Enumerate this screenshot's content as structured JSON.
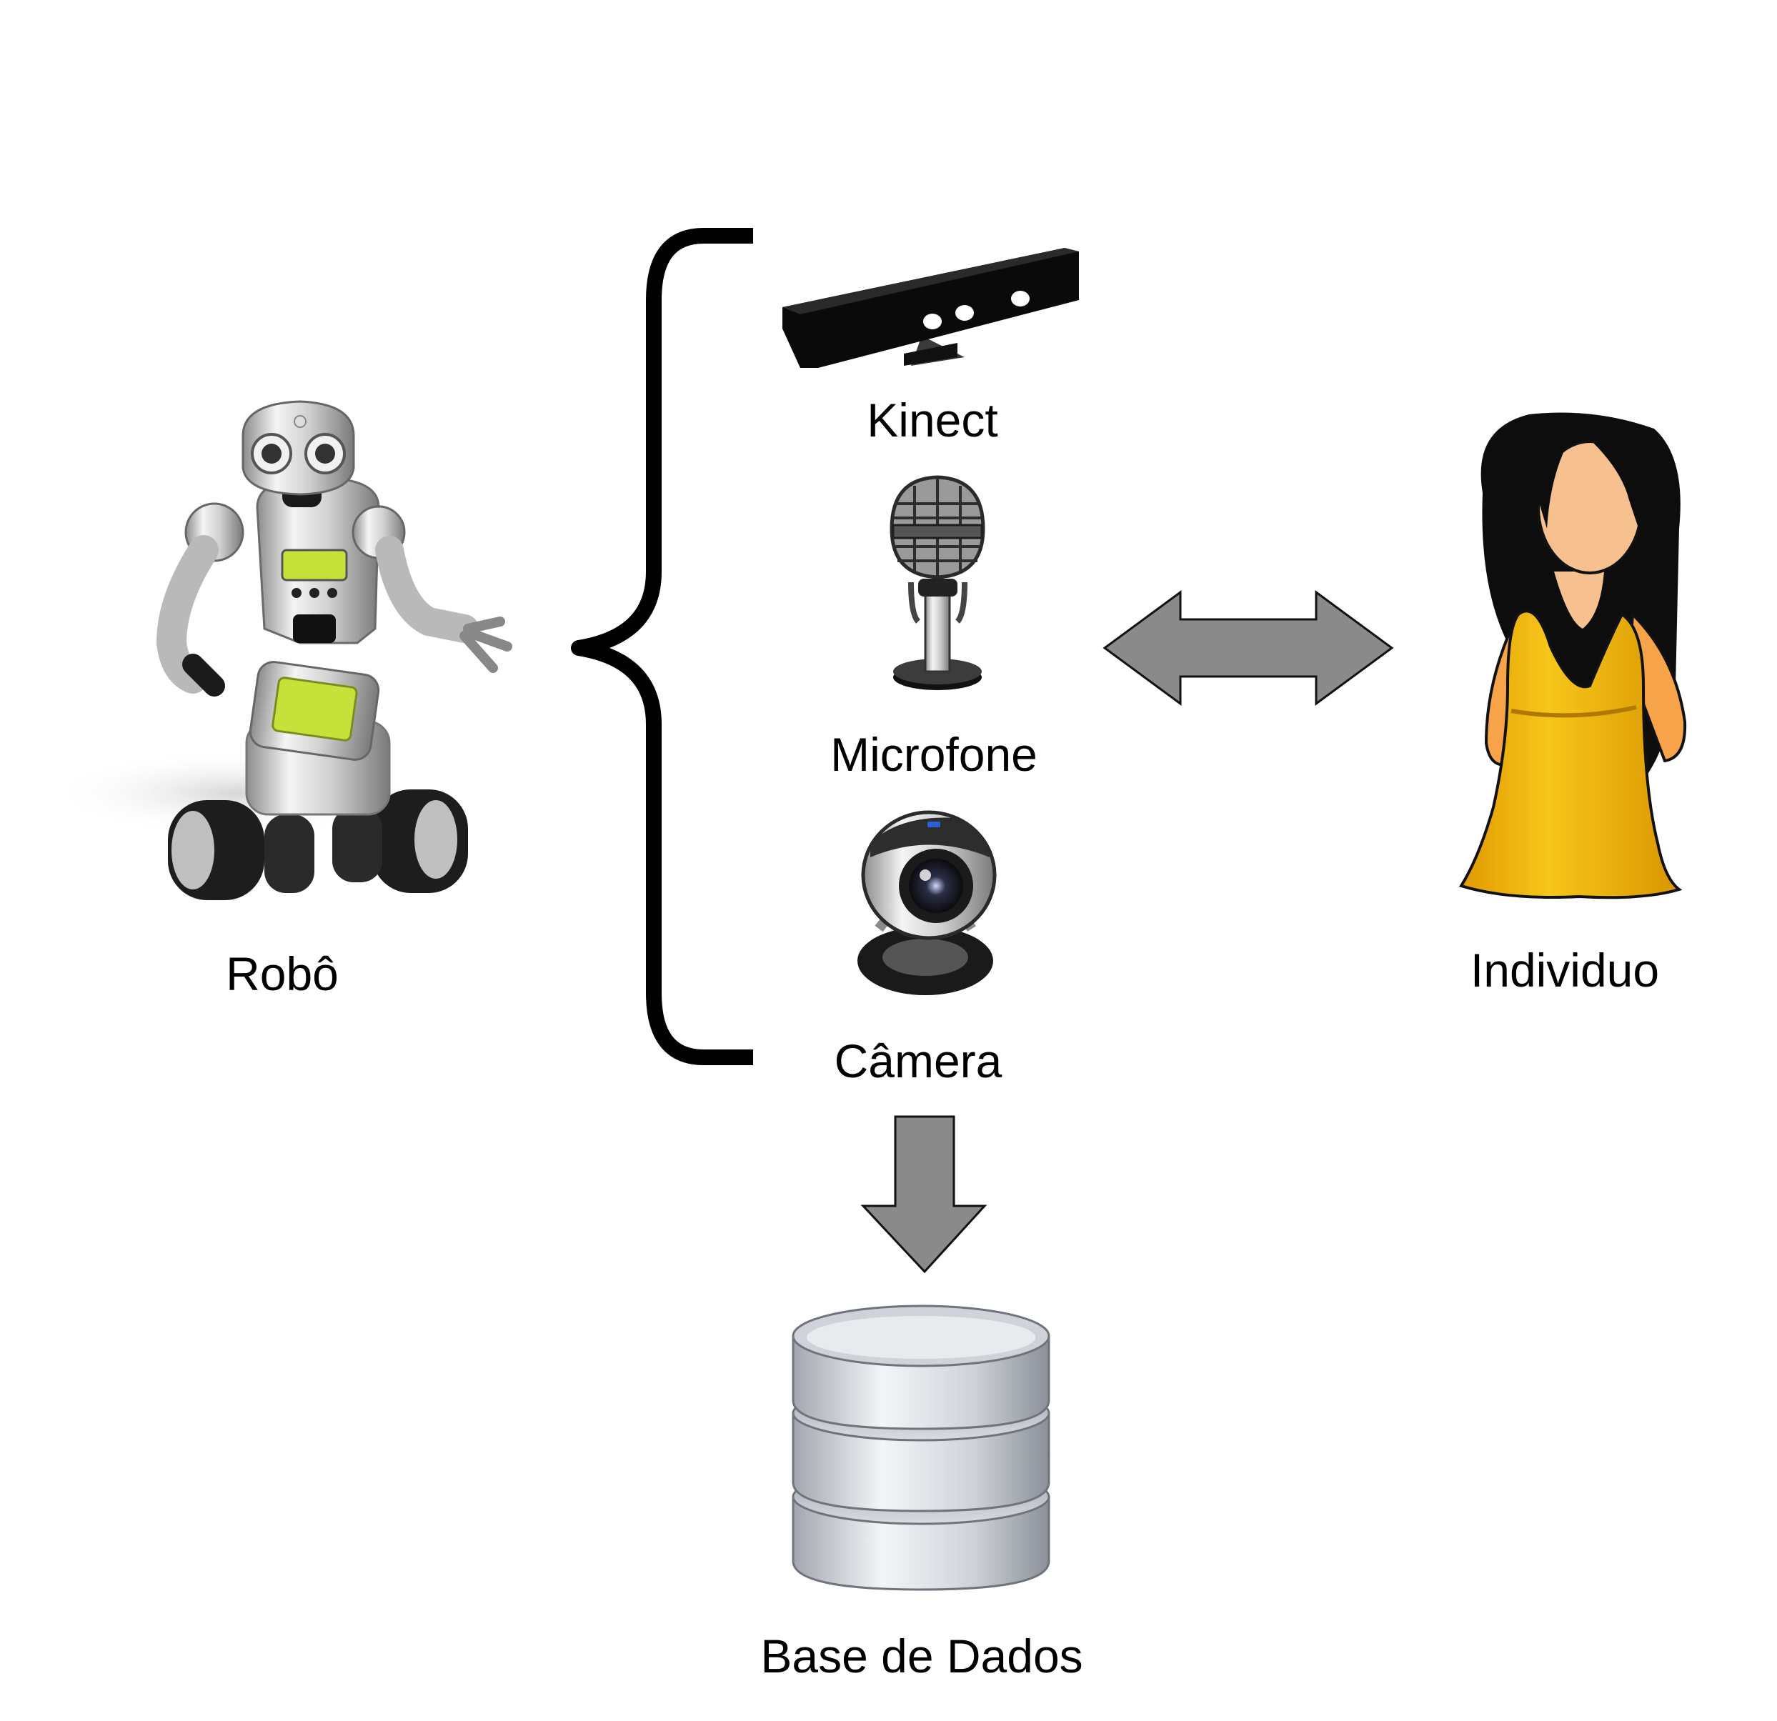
{
  "nodes": {
    "robot": {
      "label": "Robô",
      "icon": "robot-icon"
    },
    "kinect": {
      "label": "Kinect",
      "icon": "kinect-icon"
    },
    "microphone": {
      "label": "Microfone",
      "icon": "microphone-icon"
    },
    "camera": {
      "label": "Câmera",
      "icon": "webcam-icon"
    },
    "person": {
      "label": "Individuo",
      "icon": "person-icon"
    },
    "database": {
      "label": "Base de Dados",
      "icon": "database-icon"
    }
  },
  "edges": [
    {
      "from": "sensors",
      "to": "person",
      "direction": "both"
    },
    {
      "from": "sensors",
      "to": "database",
      "direction": "forward"
    }
  ],
  "colors": {
    "arrow_fill": "#8a8a8a",
    "arrow_stroke": "#111111",
    "dress": "#f2b90f",
    "skin": "#f6c08f",
    "hair": "#0d0d0d",
    "robot_screen": "#c6e23a"
  }
}
